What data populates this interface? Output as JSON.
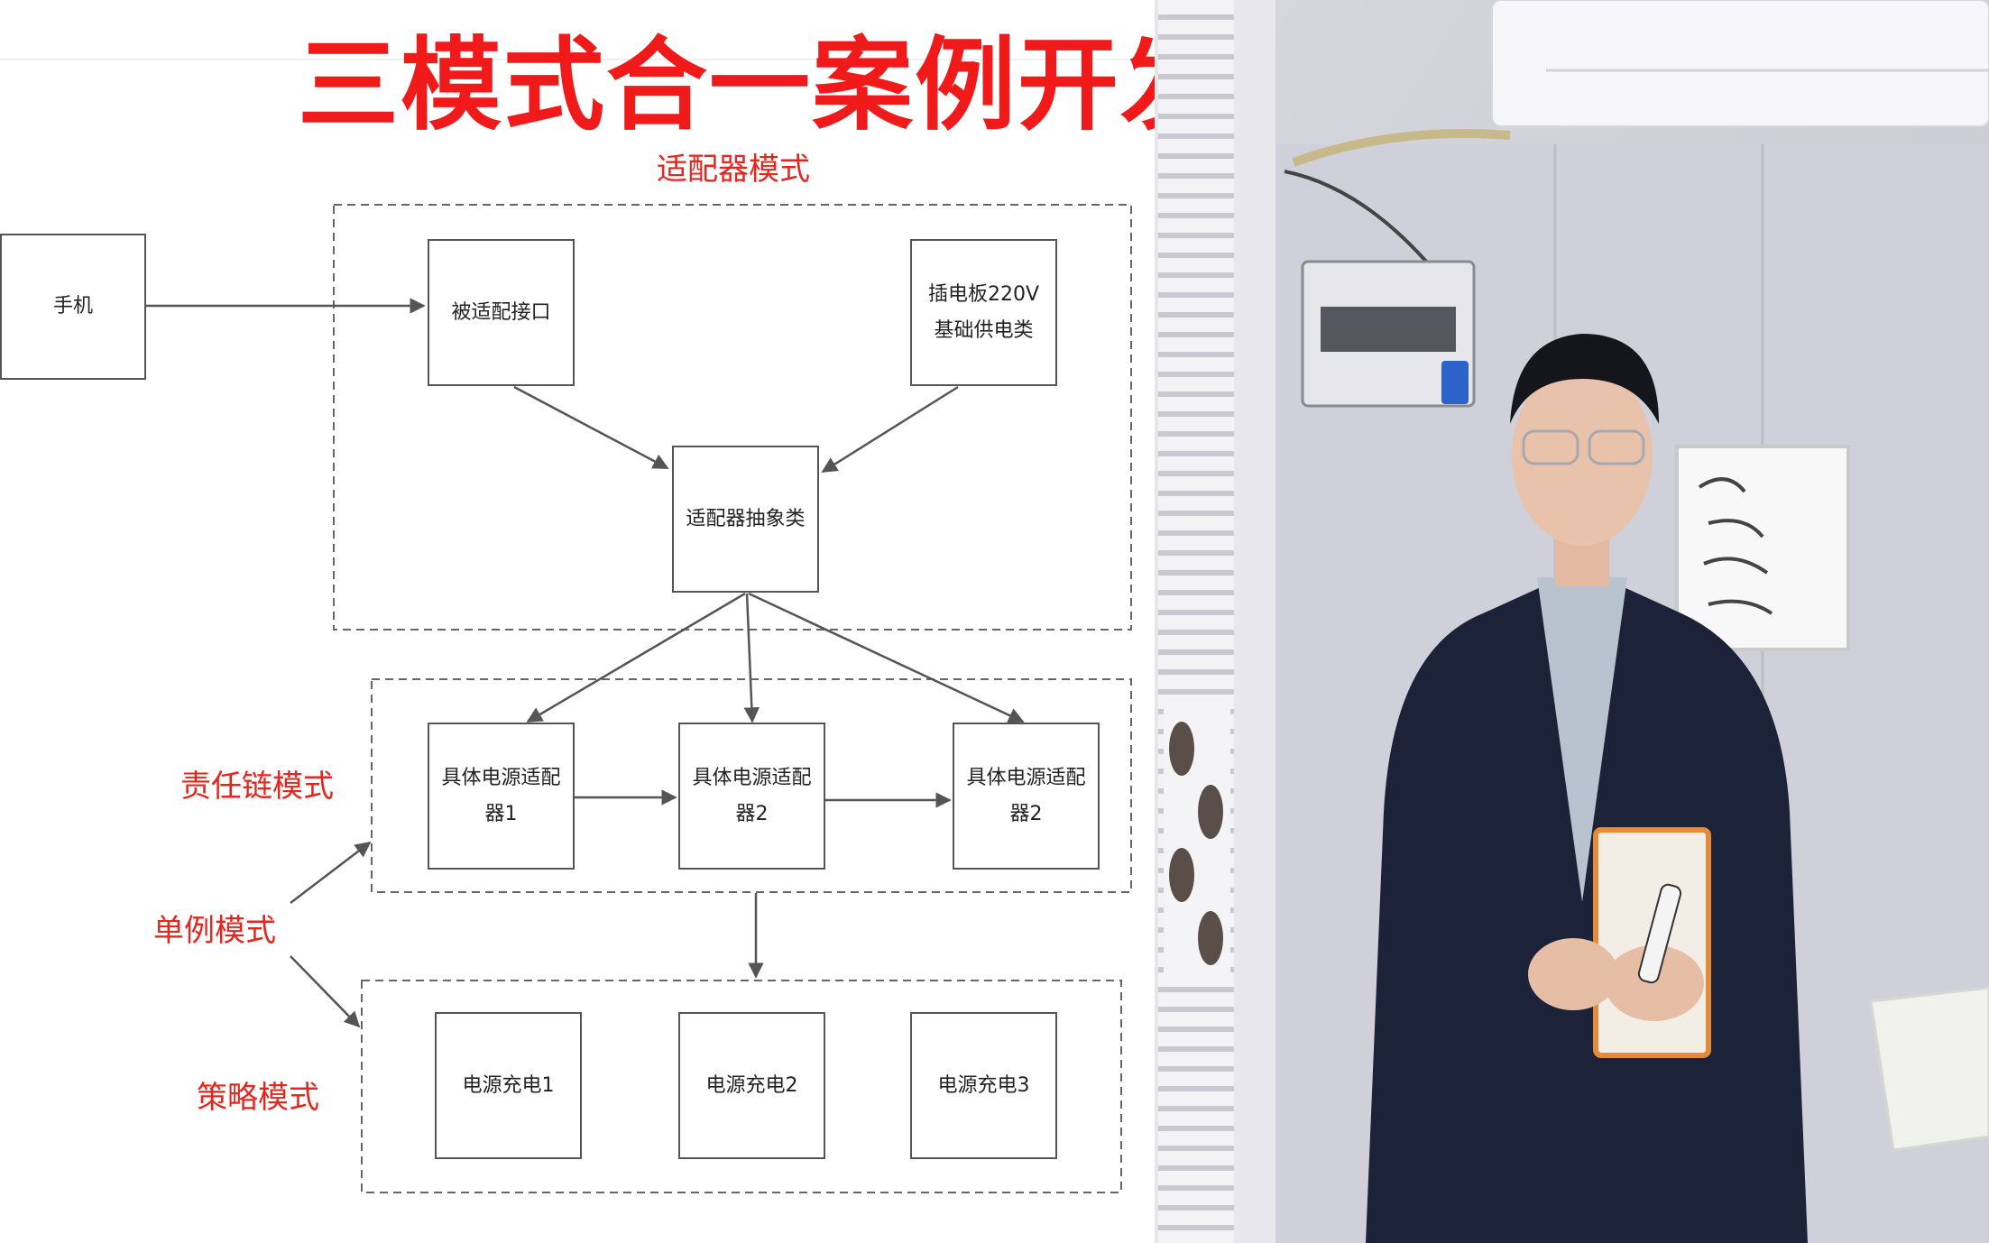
{
  "title": "三模式合一案例开发",
  "labels": {
    "adapter": "适配器模式",
    "chain": "责任链模式",
    "singleton": "单例模式",
    "strategy": "策略模式"
  },
  "nodes": {
    "phone": "手机",
    "adaptee_interface": "被适配接口",
    "power_strip_line1": "插电板220V",
    "power_strip_line2": "基础供电类",
    "adapter_abstract": "适配器抽象类",
    "concrete1_line1": "具体电源适配",
    "concrete1_line2": "器1",
    "concrete2_line1": "具体电源适配",
    "concrete2_line2": "器2",
    "concrete3_line1": "具体电源适配",
    "concrete3_line2": "器2",
    "charge1": "电源充电1",
    "charge2": "电源充电2",
    "charge3": "电源充电3"
  },
  "colors": {
    "accent_red": "#f11a1a",
    "label_red": "#e3271f",
    "stroke": "#555555"
  }
}
